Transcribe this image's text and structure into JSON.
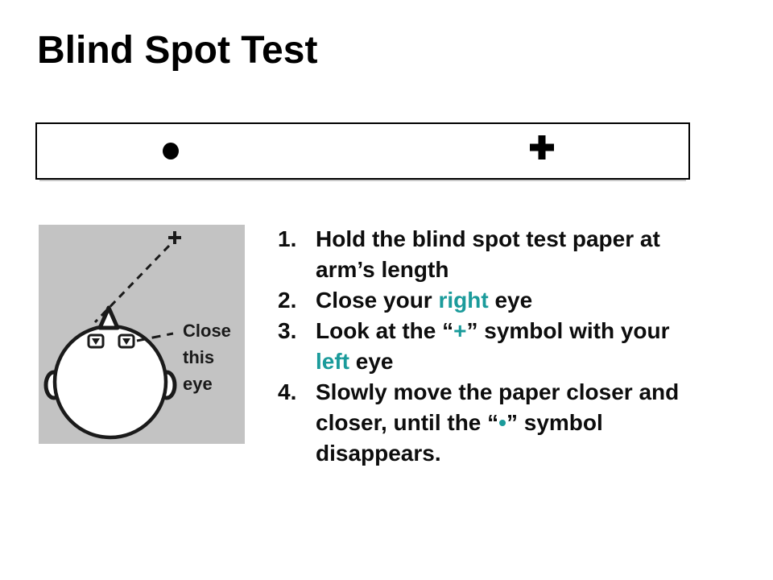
{
  "slide_title": "Blind Spot Test",
  "colors": {
    "accent": "#1b9b9b",
    "text": "#0d0d0d",
    "diagram_background": "#c3c3c3",
    "stroke": "#1a1a1a"
  },
  "test_strip": {
    "dot_symbol": "•",
    "plus_symbol": "+"
  },
  "diagram": {
    "plus_label": "+",
    "caption_line1": "Close",
    "caption_line2": "this",
    "caption_line3": "eye"
  },
  "instructions": [
    {
      "number": "1.",
      "lines": [
        [
          {
            "t": "Hold the blind spot test paper at"
          }
        ],
        [
          {
            "t": "arm’s length"
          }
        ]
      ]
    },
    {
      "number": "2.",
      "lines": [
        [
          {
            "t": "Close your "
          },
          {
            "t": "right",
            "accent": true
          },
          {
            "t": " eye"
          }
        ]
      ]
    },
    {
      "number": "3.",
      "lines": [
        [
          {
            "t": "Look at the “"
          },
          {
            "t": "+",
            "accent": true
          },
          {
            "t": "” symbol with your"
          }
        ],
        [
          {
            "t": "left",
            "accent": true
          },
          {
            "t": " eye"
          }
        ]
      ]
    },
    {
      "number": "4.",
      "lines": [
        [
          {
            "t": "Slowly move the paper closer and"
          }
        ],
        [
          {
            "t": "closer, until the “"
          },
          {
            "t": "•",
            "accent": true
          },
          {
            "t": "” symbol"
          }
        ],
        [
          {
            "t": "disappears."
          }
        ]
      ]
    }
  ]
}
